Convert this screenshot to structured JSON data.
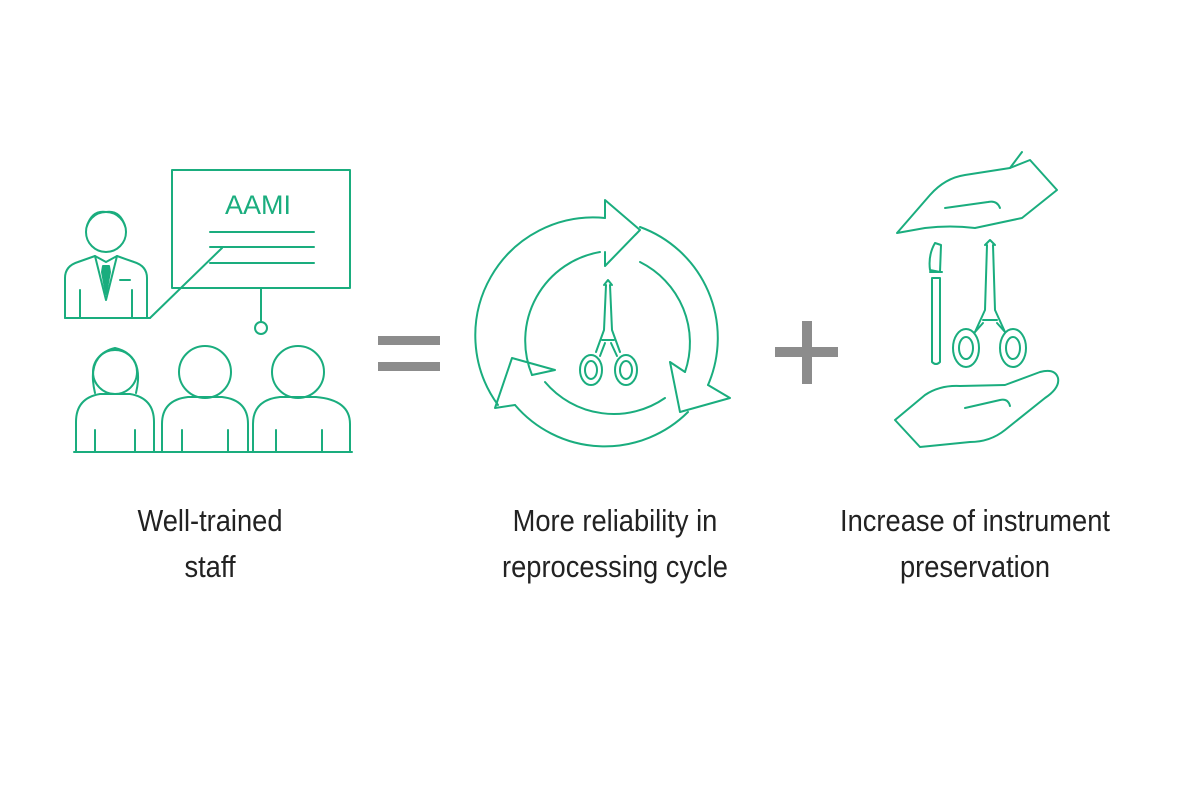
{
  "colors": {
    "line": "#1aad7e",
    "operator": "#8c8c8c",
    "text": "#222222"
  },
  "panels": [
    {
      "icon": "trainer-presenting-to-staff-icon",
      "board_text": "AAMI",
      "caption_lines": [
        "Well-trained",
        "staff"
      ]
    },
    {
      "icon": "reprocessing-cycle-icon",
      "caption_lines": [
        "More reliability in",
        "reprocessing cycle"
      ]
    },
    {
      "icon": "hands-protecting-instruments-icon",
      "caption_lines": [
        "Increase of instrument",
        "preservation"
      ]
    }
  ],
  "operators": [
    "=",
    "+"
  ]
}
